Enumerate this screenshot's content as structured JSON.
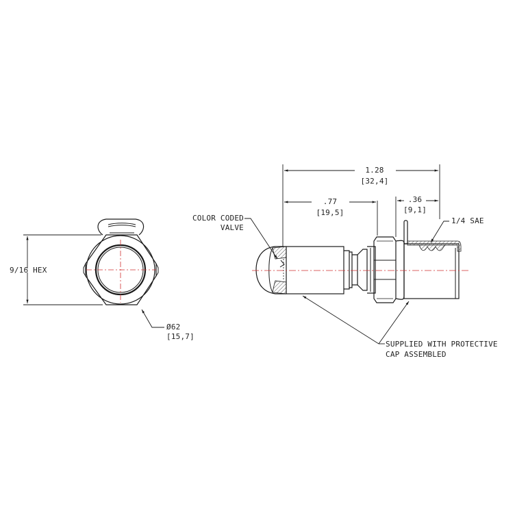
{
  "drawing": {
    "colors": {
      "line": "#1a1a1a",
      "centerline": "#d03030",
      "hatch": "#555555",
      "background": "#ffffff"
    },
    "end_view": {
      "hex_label": "9/16 HEX",
      "diameter_label": "Ø62",
      "diameter_metric": "[15,7]"
    },
    "side_view": {
      "overall_length": "1.28",
      "overall_length_metric": "[32,4]",
      "body_length": ".77",
      "body_length_metric": "[19,5]",
      "thread_length": ".36",
      "thread_length_metric": "[9,1]",
      "thread_label": "1/4 SAE",
      "valve_label_line1": "COLOR CODED",
      "valve_label_line2": "VALVE",
      "cap_note_line1": "SUPPLIED WITH PROTECTIVE",
      "cap_note_line2": "CAP ASSEMBLED"
    }
  }
}
